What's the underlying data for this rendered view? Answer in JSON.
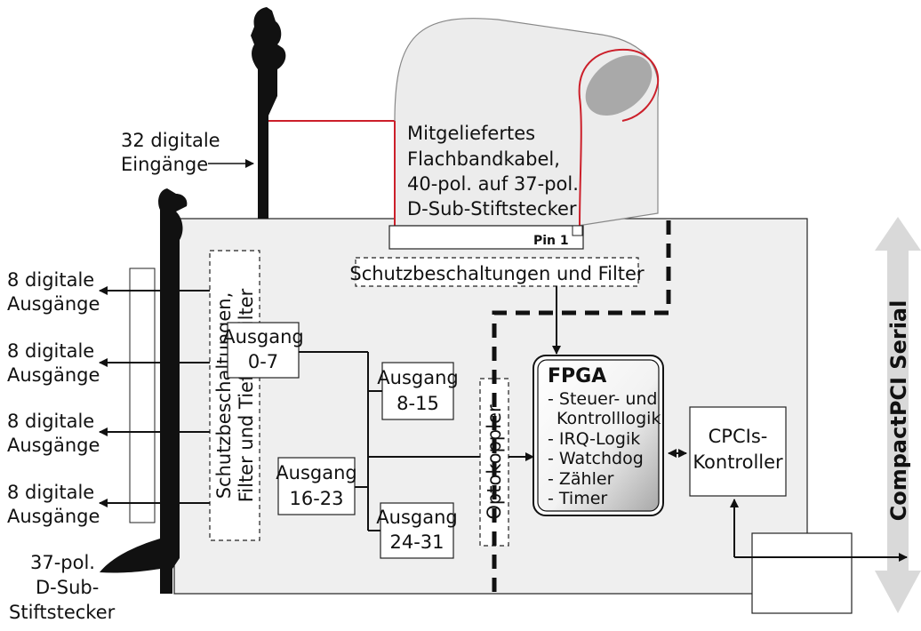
{
  "inputs_label": [
    "32 digitale",
    "Eingänge"
  ],
  "outputs_label": [
    "8 digitale",
    "Ausgänge"
  ],
  "connector_label": [
    "37-pol.",
    "D-Sub-",
    "Stiftstecker"
  ],
  "cable_label": [
    "Mitgeliefertes",
    "Flachbandkabel,",
    "40-pol. auf 37-pol.",
    "D-Sub-Stiftstecker"
  ],
  "pin_label": "Pin 1",
  "protection_top": "Schutzbeschaltungen und Filter",
  "protection_left": [
    "Schutzbeschaltungen,",
    "Filter und Tiefpassfilter"
  ],
  "output_groups": [
    [
      "Ausgang",
      "0-7"
    ],
    [
      "Ausgang",
      "8-15"
    ],
    [
      "Ausgang",
      "16-23"
    ],
    [
      "Ausgang",
      "24-31"
    ]
  ],
  "optocoupler": "Optokoppler",
  "fpga": {
    "title": "FPGA",
    "items": [
      "- Steuer- und",
      "Kontrolllogik",
      "- IRQ-Logik",
      "- Watchdog",
      "- Zähler",
      "- Timer"
    ]
  },
  "controller_label": [
    "CPCIs-",
    "Kontroller"
  ],
  "bus_label": "CompactPCI Serial",
  "colors": {
    "board": "#efefef",
    "cable_edge": "#cc1f2a",
    "bus_arrow": "#d9d9d9",
    "connector": "#111111"
  }
}
